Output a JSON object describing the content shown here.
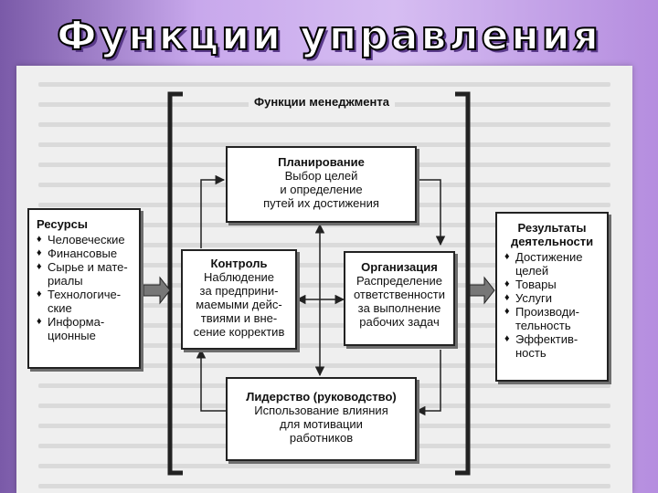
{
  "title": "Функции управления",
  "header": "Функции менеджмента",
  "resources": {
    "title": "Ресурсы",
    "items": [
      "Человеческие",
      "Финансовые",
      "Сырье и мате-\nриалы",
      "Технологиче-\nские",
      "Информа-\nционные"
    ]
  },
  "results": {
    "title": "Результаты\nдеятельности",
    "items": [
      "Достижение\nцелей",
      "Товары",
      "Услуги",
      "Производи-\nтельность",
      "Эффектив-\nность"
    ]
  },
  "planning": {
    "title": "Планирование",
    "text": "Выбор целей\nи определение\nпутей их достижения"
  },
  "control": {
    "title": "Контроль",
    "text": "Наблюдение\nза предприни-\nмаемыми дейс-\nтвиями и вне-\nсение корректив"
  },
  "organization": {
    "title": "Организация",
    "text": "Распределение\nответственности\nза выполнение\nрабочих задач"
  },
  "leadership": {
    "title": "Лидерство (руководство)",
    "text": "Использование влияния\nдля мотивации\nработников"
  }
}
